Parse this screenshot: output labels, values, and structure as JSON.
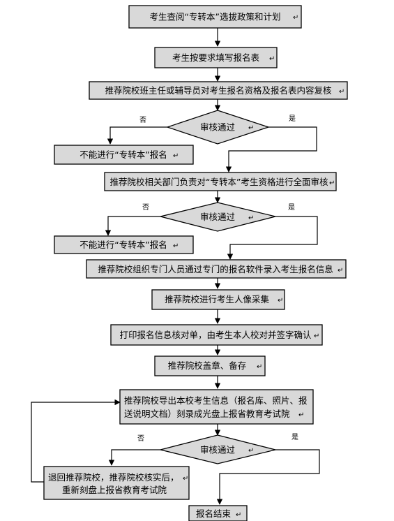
{
  "mark": "↵",
  "steps": {
    "s1": "考生查阅“专转本”选拔政策和计划",
    "s2": "考生按要求填写报名表",
    "s3": "推荐院校班主任或辅导员对考生报名资格及报名表内容复核",
    "s4": "推荐院校相关部门负责对“专转本”考生资格进行全面审核",
    "s5": "推荐院校组织专门人员通过专门的报名软件录入考生报名信息",
    "s6": "推荐院校进行考生人像采集",
    "s7": "打印报名信息核对单，由考生本人校对并签字确认",
    "s8": "推荐院校盖章、备存",
    "s9_line1": "推荐院校导出本校考生信息（报名库、照片、报",
    "s9_line2": "送说明文档）刻录成光盘上报省教育考试院",
    "end": "报名结束"
  },
  "decisions": {
    "d1": "审核通过",
    "d2": "审核通过",
    "d3": "审核通过"
  },
  "rejects": {
    "r1": "不能进行“专转本”报名",
    "r2": "不能进行“专转本”报名",
    "r3_line1": "退回推荐院校，推荐院校核实后，",
    "r3_line2": "重新刻盘上报省教育考试院"
  },
  "branch_labels": {
    "no": "否",
    "yes": "是"
  }
}
